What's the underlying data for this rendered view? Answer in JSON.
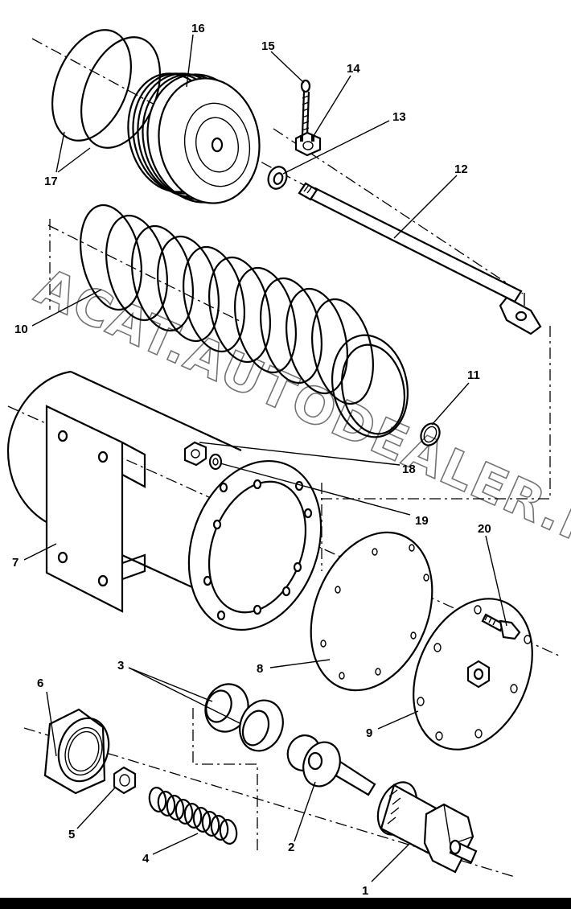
{
  "diagram": {
    "watermark": "ACAT.AUTODEALER.RU",
    "callouts": [
      "1",
      "2",
      "3",
      "4",
      "5",
      "6",
      "7",
      "8",
      "9",
      "10",
      "11",
      "12",
      "13",
      "14",
      "15",
      "16",
      "17",
      "18",
      "19",
      "20"
    ]
  }
}
